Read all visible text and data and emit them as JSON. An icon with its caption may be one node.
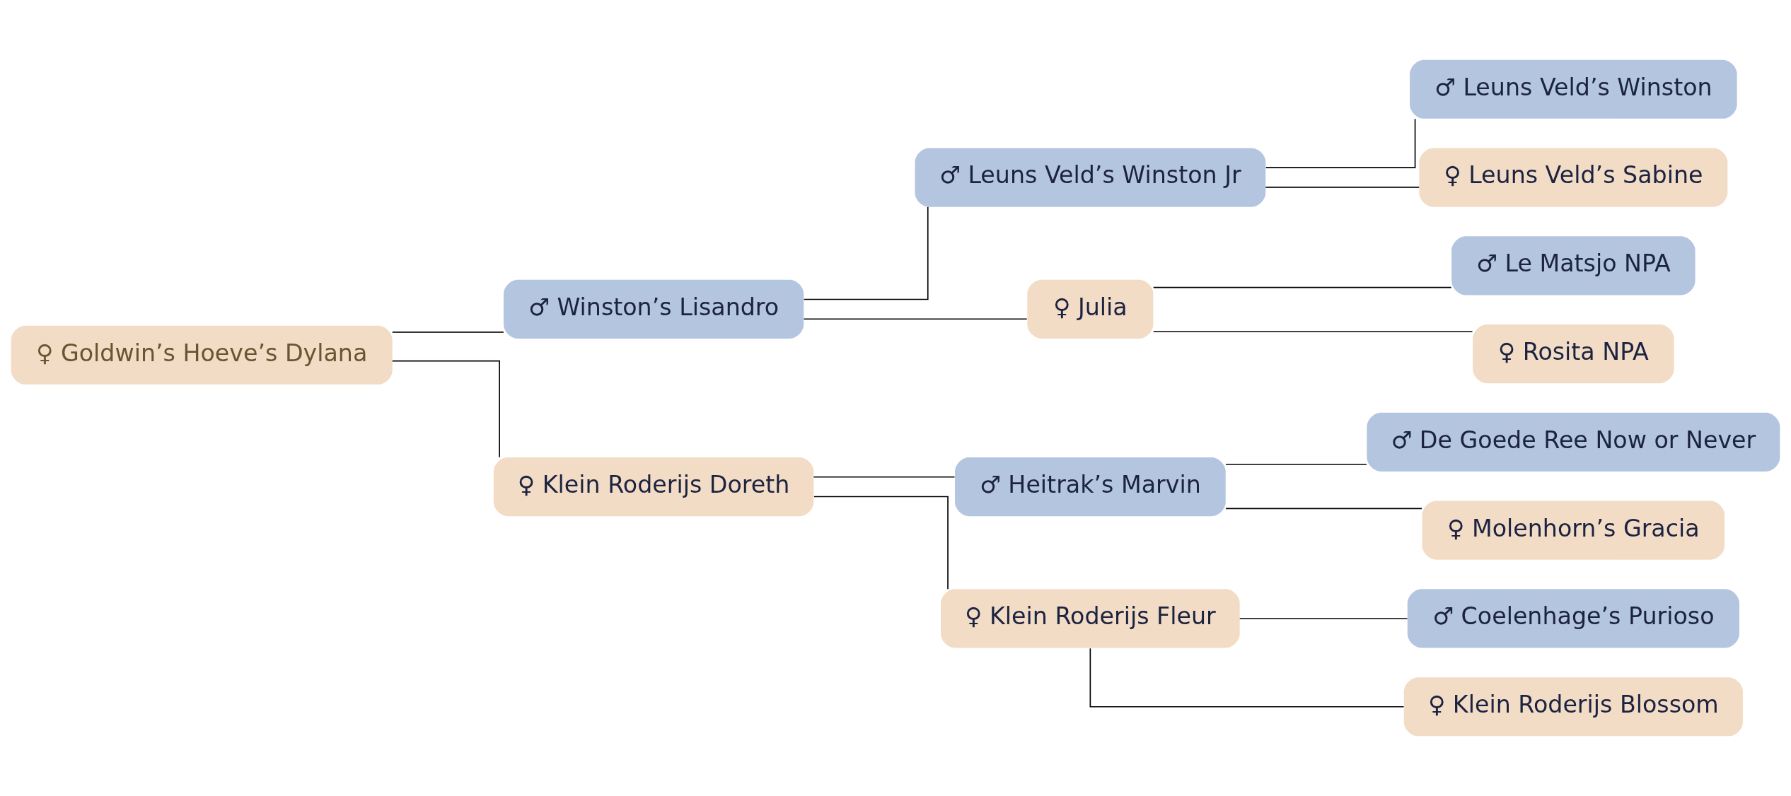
{
  "diagram": {
    "nodes": [
      {
        "text": [
          "♀ Goldwin’s Hoeve’s Dylana"
        ]
      },
      {
        "text": [
          "♂ Winston’s Lisandro"
        ]
      },
      {
        "text": [
          "♀ Klein Roderijs Doreth"
        ]
      },
      {
        "text": [
          "♂ Leuns Veld’s Winston Jr"
        ]
      },
      {
        "text": [
          "♀ Julia"
        ]
      },
      {
        "text": [
          "♂ Heitrak’s Marvin"
        ]
      },
      {
        "text": [
          "♀ Klein Roderijs Fleur"
        ]
      },
      {
        "text": [
          "♂ Leuns Veld’s Winston"
        ]
      },
      {
        "text": [
          "♀ Leuns Veld’s Sabine"
        ]
      },
      {
        "text": [
          "♂ Le Matsjo NPA"
        ]
      },
      {
        "text": [
          "♀ Rosita NPA"
        ]
      },
      {
        "text": [
          "♂ De Goede Ree Now or Never"
        ]
      },
      {
        "text": [
          "♀ Molenhorn’s Gracia"
        ]
      },
      {
        "text": [
          "♂ Coelenhage’s Purioso"
        ]
      },
      {
        "text": [
          "♀ Klein Roderijs Blossom"
        ]
      }
    ],
    "edges": [
      {
        "from": 0,
        "to": 1,
        "arrow": "none"
      },
      {
        "from": 0,
        "to": 2,
        "arrow": "none"
      },
      {
        "from": 1,
        "to": 3,
        "arrow": "none"
      },
      {
        "from": 1,
        "to": 4,
        "arrow": "none"
      },
      {
        "from": 2,
        "to": 5,
        "arrow": "none"
      },
      {
        "from": 2,
        "to": 6,
        "arrow": "none"
      },
      {
        "from": 3,
        "to": 7,
        "arrow": "none"
      },
      {
        "from": 3,
        "to": 8,
        "arrow": "none"
      },
      {
        "from": 4,
        "to": 9,
        "arrow": "none"
      },
      {
        "from": 4,
        "to": 10,
        "arrow": "none"
      },
      {
        "from": 5,
        "to": 11,
        "arrow": "none"
      },
      {
        "from": 5,
        "to": 12,
        "arrow": "none"
      },
      {
        "from": 6,
        "to": 13,
        "arrow": "none"
      },
      {
        "from": 6,
        "to": 14,
        "arrow": "none"
      }
    ]
  }
}
